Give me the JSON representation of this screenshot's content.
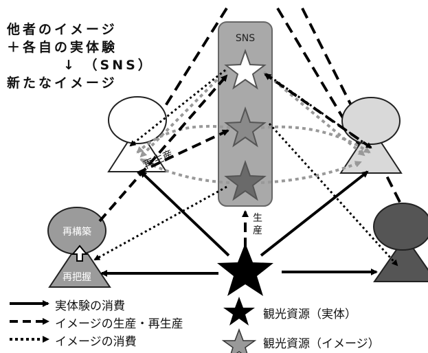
{
  "left_text": {
    "line1": "他者のイメージ",
    "line2": "＋各自の実体験",
    "line3": "↓ （SNS）",
    "line4": "新たなイメージ"
  },
  "sns": {
    "label": "SNS"
  },
  "labels": {
    "reproduction": "再生産",
    "reconstruct": "再構築",
    "regrasp": "再把握",
    "production": "生産"
  },
  "legend": {
    "solid": "実体験の消費",
    "dashed": "イメージの生産・再生産",
    "dotted": "イメージの消費",
    "black_star": "観光資源（実体）",
    "gray_star": "観光資源（イメージ）"
  },
  "colors": {
    "sns_fill": "#a9a9a9",
    "white_star": "#ffffff",
    "mid_star": "#8a8a8a",
    "dark_star": "#6a6a6a",
    "left_person": "#9b9b9b",
    "right_person": "#d9d9d9",
    "far_right_person": "#555555"
  }
}
